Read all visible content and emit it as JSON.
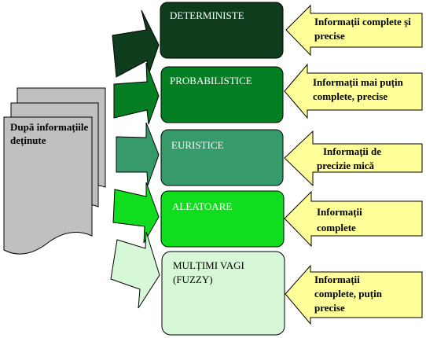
{
  "source": {
    "label": "După informațiile deținute"
  },
  "categories": [
    {
      "label": "DETERMINISTE",
      "fill": "#0e3c1c",
      "text_color": "#ffffff"
    },
    {
      "label": "PROBABILISTICE",
      "fill": "#067f24",
      "text_color": "#ffffff"
    },
    {
      "label": "EURISTICE",
      "fill": "#379a6a",
      "text_color": "#ffffff"
    },
    {
      "label": "ALEATOARE",
      "fill": "#10dd1e",
      "text_color": "#ffffff"
    },
    {
      "label": "MULȚIMI VAGI (FUZZY)",
      "fill": "#d6f8d6",
      "text_color": "#000000"
    }
  ],
  "information": [
    {
      "label": "Informații complete și precise"
    },
    {
      "label": "Informații mai puțin complete, precise"
    },
    {
      "label": "Informații de precizie mică"
    },
    {
      "label": "Informații complete"
    },
    {
      "label": "Informații complete, puțin precise"
    }
  ],
  "colors": {
    "document_fill": "#c0c0c0",
    "callout_fill": "#ffff99",
    "outline": "#000000"
  }
}
